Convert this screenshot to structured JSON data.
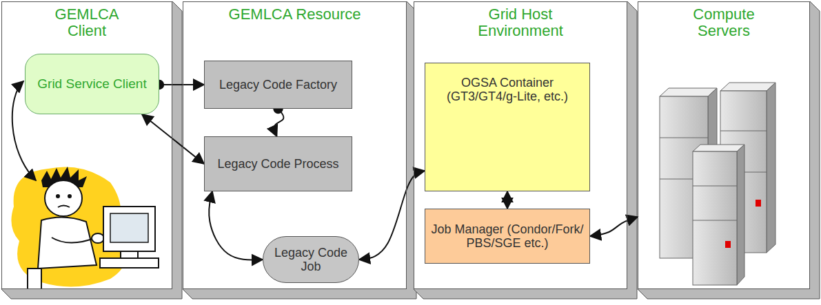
{
  "diagram": {
    "nodes": [
      {
        "text": [
          "GEMLCA Client"
        ]
      },
      {
        "text": [
          "GEMLCA Resource"
        ]
      },
      {
        "text": [
          "Grid Host Environment"
        ]
      },
      {
        "text": [
          "Compute Servers"
        ]
      },
      {
        "text": [
          "Grid Service Client"
        ],
        "in": 0
      },
      {
        "text": [
          "Legacy Code Factory"
        ],
        "in": 1
      },
      {
        "text": [
          "Legacy Code Process"
        ],
        "in": 1
      },
      {
        "text": [
          "Legacy Code Job"
        ],
        "in": 1
      },
      {
        "text": [
          "OGSA Container (GT3/GT4/g-Lite, etc.)"
        ],
        "in": 2
      },
      {
        "text": [
          "Job Manager (Condor/Fork/ PBS/SGE etc.)"
        ],
        "in": 2
      }
    ],
    "edges": [
      {
        "from": 4,
        "to": 5,
        "arrow": "to"
      },
      {
        "from": 5,
        "to": 6,
        "arrow": "to"
      },
      {
        "from": 4,
        "to": 6,
        "arrow": "both"
      },
      {
        "from": 6,
        "to": 7,
        "arrow": "both"
      },
      {
        "from": 7,
        "to": 8,
        "arrow": "both"
      },
      {
        "from": 8,
        "to": 9,
        "arrow": "both"
      },
      {
        "from": 9,
        "to": 3,
        "arrow": "both"
      }
    ]
  }
}
